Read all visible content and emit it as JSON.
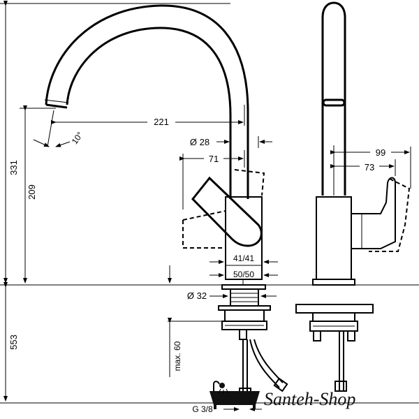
{
  "dimensions": {
    "overall_height": "331",
    "spout_height": "209",
    "below_counter": "553",
    "spout_reach": "221",
    "spout_angle": "10°",
    "body_diameter": "Ø 28",
    "lever_offset": "71",
    "side_reach": "99",
    "side_lever": "73",
    "rotation_a": "41/41",
    "rotation_b": "50/50",
    "base_diameter": "Ø 32",
    "max_thickness": "max. 60",
    "connection": "G 3/8"
  },
  "logo": {
    "text": "Santeh-Shop"
  },
  "colors": {
    "line": "#000000",
    "background": "#ffffff"
  },
  "icons": [
    "bathtub-shower-icon"
  ]
}
